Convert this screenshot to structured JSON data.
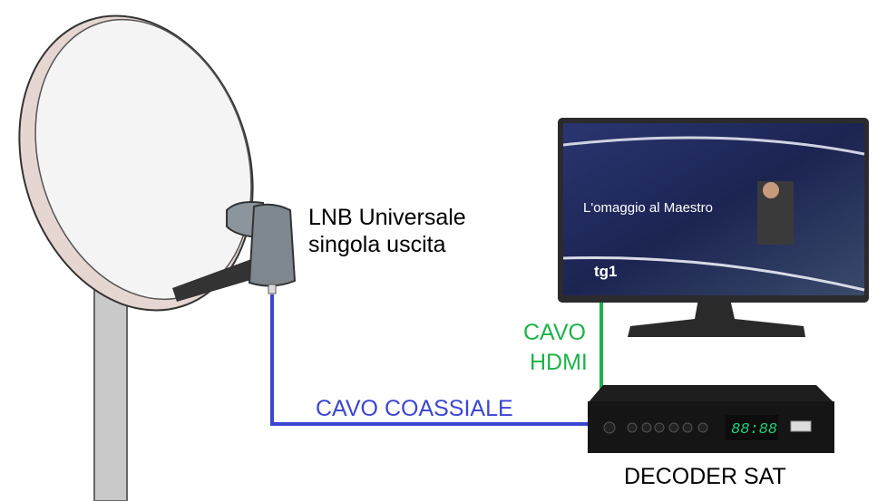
{
  "labels": {
    "lnb_line1": "LNB Universale",
    "lnb_line2": "singola uscita",
    "hdmi_line1": "CAVO",
    "hdmi_line2": "HDMI",
    "coax": "CAVO COASSIALE",
    "decoder": "DECODER SAT"
  },
  "tv_screen": {
    "caption": "L'omaggio al Maestro",
    "channel_logo": "tg1"
  },
  "decoder_display": "88:88",
  "colors": {
    "coax_cable": "#3b46d1",
    "hdmi_cable": "#1db34a",
    "text": "#000000"
  }
}
